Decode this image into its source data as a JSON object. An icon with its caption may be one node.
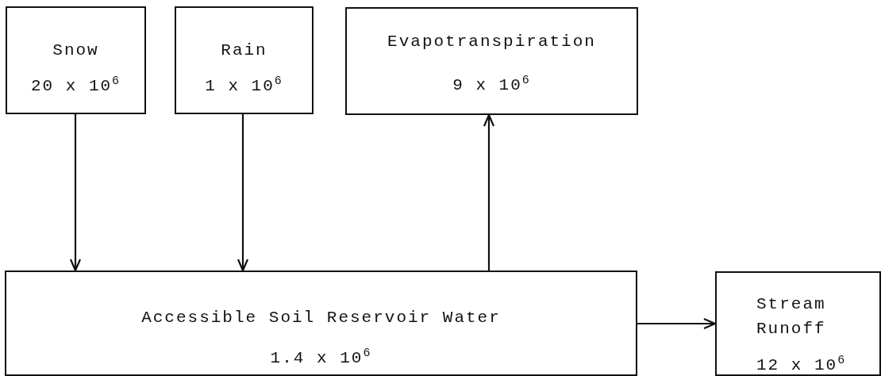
{
  "diagram": {
    "nodes": [
      {
        "text": [
          "Snow",
          "20 x 10$^{6}$"
        ]
      },
      {
        "text": [
          "Rain",
          "1 x 10$^{6}$"
        ]
      },
      {
        "text": [
          "Evapotranspiration",
          "9 x 10$^{6}$"
        ]
      },
      {
        "text": [
          "Accessible Soil Reservoir Water",
          "1.4 x 10$^{6}$"
        ]
      },
      {
        "text": [
          "Stream Runoff",
          "12 x 10$^{6}$"
        ]
      }
    ],
    "edges": [
      {
        "from": 0,
        "to": 3,
        "arrow": "to"
      },
      {
        "from": 1,
        "to": 3,
        "arrow": "to"
      },
      {
        "from": 3,
        "to": 2,
        "arrow": "to"
      },
      {
        "from": 3,
        "to": 4,
        "arrow": "to"
      }
    ]
  }
}
